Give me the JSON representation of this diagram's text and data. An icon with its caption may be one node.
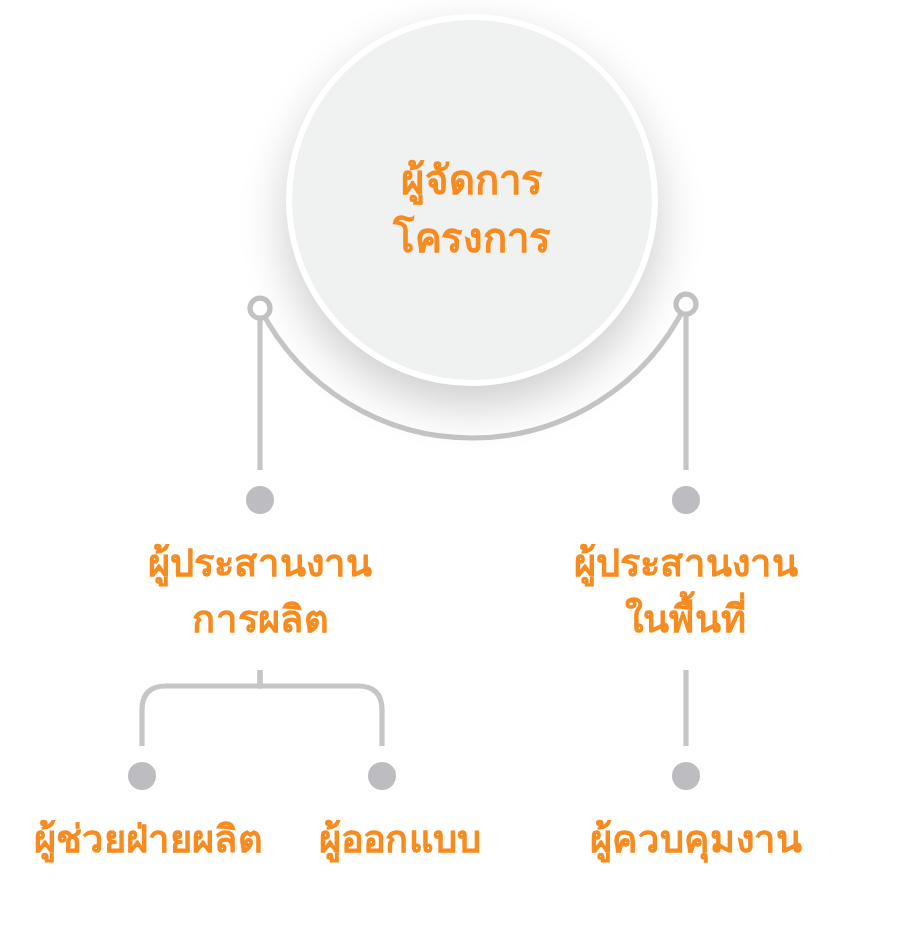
{
  "diagram": {
    "nodes": [
      {
        "text": [
          "ผู้จัดการโครงการ"
        ]
      },
      {
        "text": [
          "ผู้ประสานงานการผลิต"
        ]
      },
      {
        "text": [
          "ผู้ประสานงานในพื้นที่"
        ]
      },
      {
        "text": [
          "ผู้ช่วยฝ่ายผลิต"
        ]
      },
      {
        "text": [
          "ผู้ออกแบบ"
        ]
      },
      {
        "text": [
          "ผู้ควบคุมงาน"
        ]
      }
    ],
    "edges": [
      {
        "from": 0,
        "to": 1,
        "arrow": "other"
      },
      {
        "from": 0,
        "to": 2,
        "arrow": "other"
      },
      {
        "from": 1,
        "to": 3,
        "arrow": "other"
      },
      {
        "from": 1,
        "to": 4,
        "arrow": "other"
      },
      {
        "from": 2,
        "to": 5,
        "arrow": "other"
      }
    ]
  }
}
